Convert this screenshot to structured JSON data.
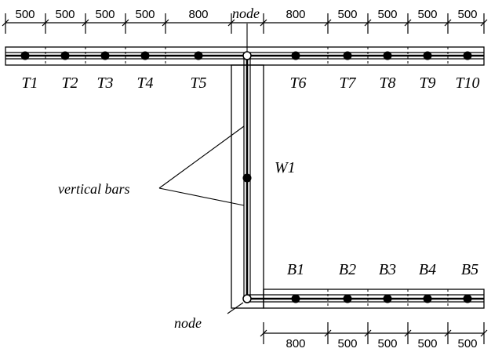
{
  "top_dimensions": [
    "500",
    "500",
    "500",
    "500",
    "800",
    "800",
    "500",
    "500",
    "500",
    "500"
  ],
  "top_labels": [
    "T1",
    "T2",
    "T3",
    "T4",
    "T5",
    "T6",
    "T7",
    "T8",
    "T9",
    "T10"
  ],
  "web_label": "W1",
  "bottom_labels": [
    "B1",
    "B2",
    "B3",
    "B4",
    "B5"
  ],
  "bottom_dimensions": [
    "800",
    "500",
    "500",
    "500",
    "500"
  ],
  "annotations": {
    "node_top": "node",
    "node_bottom": "node",
    "vertical_bars": "vertical bars"
  }
}
